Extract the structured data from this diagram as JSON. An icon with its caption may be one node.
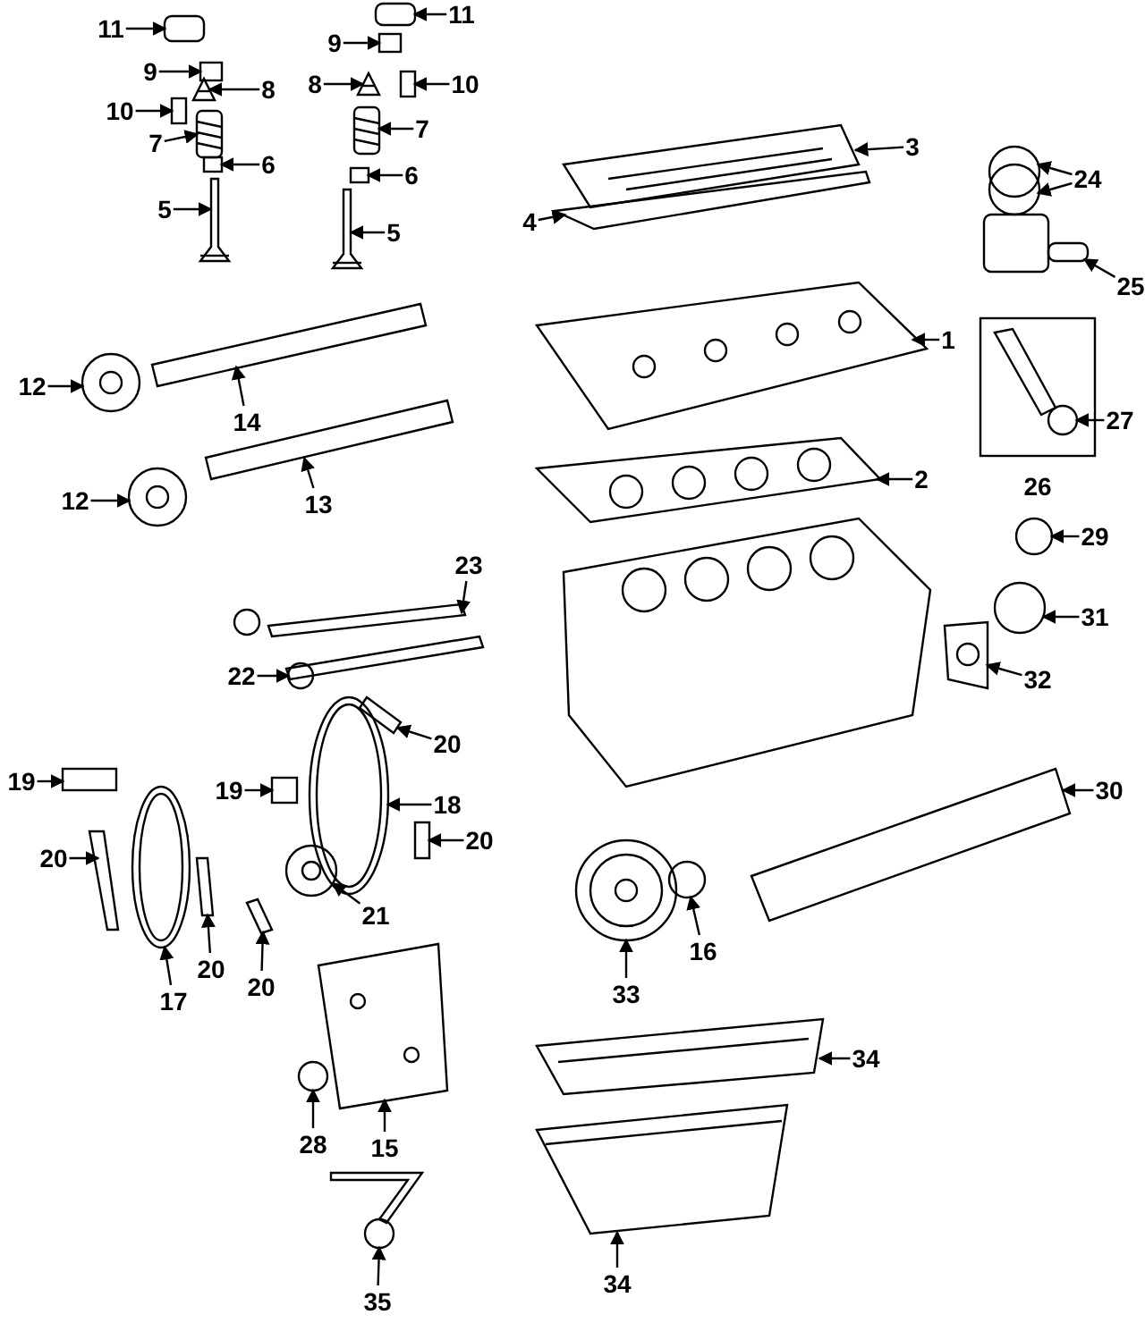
{
  "diagram": {
    "nodes": [
      {
        "text": [
          "11"
        ]
      },
      {
        "text": [
          "11"
        ]
      },
      {
        "text": [
          "9"
        ]
      },
      {
        "text": [
          "9"
        ]
      },
      {
        "text": [
          "8"
        ]
      },
      {
        "text": [
          "8"
        ]
      },
      {
        "text": [
          "10"
        ]
      },
      {
        "text": [
          "10"
        ]
      },
      {
        "text": [
          "7"
        ]
      },
      {
        "text": [
          "7"
        ]
      },
      {
        "text": [
          "3"
        ]
      },
      {
        "text": [
          "24"
        ]
      },
      {
        "text": [
          "6"
        ]
      },
      {
        "text": [
          "6"
        ]
      },
      {
        "text": [
          "5"
        ]
      },
      {
        "text": [
          "4"
        ]
      },
      {
        "text": [
          "5"
        ]
      },
      {
        "text": [
          "25"
        ]
      },
      {
        "text": [
          "1"
        ]
      },
      {
        "text": [
          "12"
        ]
      },
      {
        "text": [
          "14"
        ]
      },
      {
        "text": [
          "27"
        ]
      },
      {
        "text": [
          "2"
        ]
      },
      {
        "text": [
          "13"
        ]
      },
      {
        "text": [
          "12"
        ]
      },
      {
        "text": [
          "29"
        ]
      },
      {
        "text": [
          "23"
        ]
      },
      {
        "text": [
          "31"
        ]
      },
      {
        "text": [
          "22"
        ]
      },
      {
        "text": [
          "32"
        ]
      },
      {
        "text": [
          "20"
        ]
      },
      {
        "text": [
          "19"
        ]
      },
      {
        "text": [
          "19"
        ]
      },
      {
        "text": [
          "18"
        ]
      },
      {
        "text": [
          "30"
        ]
      },
      {
        "text": [
          "20"
        ]
      },
      {
        "text": [
          "20"
        ]
      },
      {
        "text": [
          "21"
        ]
      },
      {
        "text": [
          "20"
        ]
      },
      {
        "text": [
          "17"
        ]
      },
      {
        "text": [
          "16"
        ]
      },
      {
        "text": [
          "33"
        ]
      },
      {
        "text": [
          "20"
        ]
      },
      {
        "text": [
          "34"
        ]
      },
      {
        "text": [
          "28"
        ]
      },
      {
        "text": [
          "15"
        ]
      },
      {
        "text": [
          "34"
        ]
      },
      {
        "text": [
          "35"
        ]
      },
      {
        "text": [
          "26"
        ]
      },
      {
        "text": [],
        "shape": "box"
      },
      {
        "text": [],
        "shape": "box"
      },
      {
        "text": [],
        "shape": "box"
      },
      {
        "text": [],
        "shape": "box"
      },
      {
        "text": [],
        "shape": "picture"
      },
      {
        "text": [],
        "shape": "picture"
      },
      {
        "text": [],
        "shape": "box"
      },
      {
        "text": [],
        "shape": "box"
      },
      {
        "text": [],
        "shape": "picture"
      },
      {
        "text": [],
        "shape": "picture"
      },
      {
        "text": [],
        "shape": "picture"
      },
      {
        "text": [],
        "shape": "circle"
      },
      {
        "text": [],
        "shape": "circle"
      },
      {
        "text": [],
        "shape": "box"
      },
      {
        "text": [],
        "shape": "box"
      },
      {
        "text": [],
        "shape": "picture"
      },
      {
        "text": [],
        "shape": "bar"
      },
      {
        "text": [],
        "shape": "picture"
      },
      {
        "text": [],
        "shape": "box"
      },
      {
        "text": [],
        "shape": "picture"
      },
      {
        "text": [],
        "shape": "picture"
      },
      {
        "text": [],
        "shape": "bar"
      },
      {
        "text": [],
        "shape": "circle",
        "in": 48
      },
      {
        "text": [],
        "shape": "picture"
      },
      {
        "text": [],
        "shape": "bar"
      },
      {
        "text": [],
        "shape": "picture"
      },
      {
        "text": [],
        "shape": "circle"
      },
      {
        "text": [],
        "shape": "bar"
      },
      {
        "text": [],
        "shape": "circle"
      },
      {
        "text": [],
        "shape": "circle"
      },
      {
        "text": [],
        "shape": "picture"
      },
      {
        "text": [],
        "shape": "bar"
      },
      {
        "text": [],
        "shape": "box"
      },
      {
        "text": [],
        "shape": "box"
      },
      {
        "text": [],
        "shape": "picture"
      },
      {
        "text": [],
        "shape": "bar"
      },
      {
        "text": [],
        "shape": "bar"
      },
      {
        "text": [],
        "shape": "bar"
      },
      {
        "text": [],
        "shape": "picture"
      },
      {
        "text": [],
        "shape": "bar"
      },
      {
        "text": [],
        "shape": "picture"
      },
      {
        "text": [],
        "shape": "circle"
      },
      {
        "text": [],
        "shape": "picture"
      },
      {
        "text": [],
        "shape": "bar"
      },
      {
        "text": [],
        "shape": "picture"
      },
      {
        "text": [],
        "shape": "circle"
      },
      {
        "text": [],
        "shape": "picture"
      },
      {
        "text": [],
        "shape": "picture"
      },
      {
        "text": [],
        "shape": "picture"
      }
    ],
    "edges": [
      {
        "from": 0,
        "to": 49,
        "arrow": "to"
      },
      {
        "from": 1,
        "to": 50,
        "arrow": "to"
      },
      {
        "from": 2,
        "to": 51,
        "arrow": "to"
      },
      {
        "from": 3,
        "to": 52,
        "arrow": "to"
      },
      {
        "from": 4,
        "to": 53,
        "arrow": "to"
      },
      {
        "from": 5,
        "to": 54,
        "arrow": "to"
      },
      {
        "from": 6,
        "to": 55,
        "arrow": "to"
      },
      {
        "from": 7,
        "to": 56,
        "arrow": "to"
      },
      {
        "from": 8,
        "to": 57,
        "arrow": "to"
      },
      {
        "from": 9,
        "to": 58,
        "arrow": "to"
      },
      {
        "from": 10,
        "to": 59,
        "arrow": "to"
      },
      {
        "from": 11,
        "to": 60,
        "arrow": "to"
      },
      {
        "from": 11,
        "to": 61,
        "arrow": "to"
      },
      {
        "from": 12,
        "to": 62,
        "arrow": "to"
      },
      {
        "from": 13,
        "to": 63,
        "arrow": "to"
      },
      {
        "from": 14,
        "to": 64,
        "arrow": "to"
      },
      {
        "from": 15,
        "to": 65,
        "arrow": "to"
      },
      {
        "from": 16,
        "to": 66,
        "arrow": "to"
      },
      {
        "from": 17,
        "to": 67,
        "arrow": "to"
      },
      {
        "from": 18,
        "to": 68,
        "arrow": "to"
      },
      {
        "from": 19,
        "to": 69,
        "arrow": "to"
      },
      {
        "from": 20,
        "to": 70,
        "arrow": "to"
      },
      {
        "from": 21,
        "to": 71,
        "arrow": "to"
      },
      {
        "from": 22,
        "to": 72,
        "arrow": "to"
      },
      {
        "from": 23,
        "to": 73,
        "arrow": "to"
      },
      {
        "from": 24,
        "to": 74,
        "arrow": "to"
      },
      {
        "from": 25,
        "to": 75,
        "arrow": "to"
      },
      {
        "from": 26,
        "to": 76,
        "arrow": "to"
      },
      {
        "from": 27,
        "to": 77,
        "arrow": "to"
      },
      {
        "from": 28,
        "to": 78,
        "arrow": "to"
      },
      {
        "from": 29,
        "to": 79,
        "arrow": "to"
      },
      {
        "from": 30,
        "to": 80,
        "arrow": "to"
      },
      {
        "from": 31,
        "to": 81,
        "arrow": "to"
      },
      {
        "from": 32,
        "to": 82,
        "arrow": "to"
      },
      {
        "from": 33,
        "to": 83,
        "arrow": "to"
      },
      {
        "from": 34,
        "to": 84,
        "arrow": "to"
      },
      {
        "from": 35,
        "to": 85,
        "arrow": "to"
      },
      {
        "from": 36,
        "to": 86,
        "arrow": "to"
      },
      {
        "from": 37,
        "to": 87,
        "arrow": "to"
      },
      {
        "from": 38,
        "to": 88,
        "arrow": "to"
      },
      {
        "from": 39,
        "to": 89,
        "arrow": "to"
      },
      {
        "from": 40,
        "to": 90,
        "arrow": "to"
      },
      {
        "from": 41,
        "to": 91,
        "arrow": "to"
      },
      {
        "from": 42,
        "to": 92,
        "arrow": "to"
      },
      {
        "from": 43,
        "to": 93,
        "arrow": "to"
      },
      {
        "from": 44,
        "to": 94,
        "arrow": "to"
      },
      {
        "from": 45,
        "to": 95,
        "arrow": "to"
      },
      {
        "from": 46,
        "to": 96,
        "arrow": "to"
      },
      {
        "from": 47,
        "to": 97,
        "arrow": "to"
      }
    ]
  }
}
